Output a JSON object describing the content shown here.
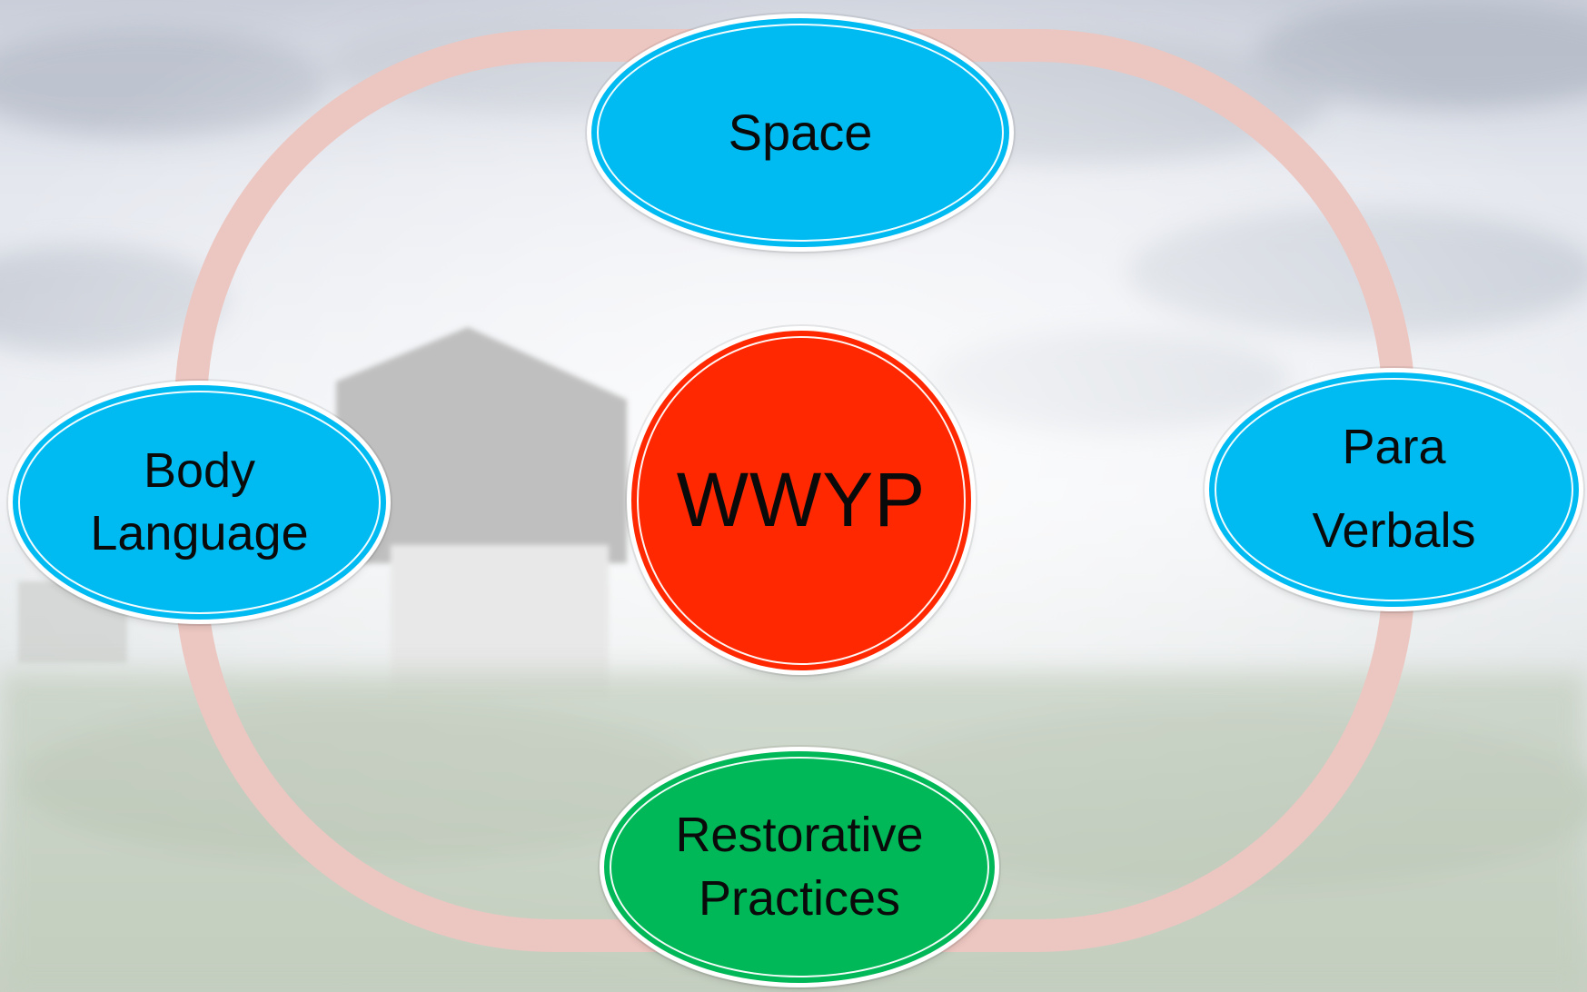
{
  "diagram": {
    "center": {
      "label": "WWYP"
    },
    "nodes": [
      {
        "id": "space",
        "lines": [
          "Space"
        ]
      },
      {
        "id": "para-verbals",
        "lines": [
          "Para",
          "Verbals"
        ]
      },
      {
        "id": "body-language",
        "lines": [
          "Body",
          "Language"
        ]
      },
      {
        "id": "restorative-practices",
        "lines": [
          "Restorative",
          "Practices"
        ]
      }
    ]
  },
  "colors": {
    "ring": "#ecc6c0",
    "outer_node_fill": "#00bbf2",
    "bottom_node_fill": "#00b858",
    "center_fill": "#ff2800",
    "text": "#0a0a0a",
    "sky": "#d9dde4",
    "grass": "#c9d2c4"
  }
}
